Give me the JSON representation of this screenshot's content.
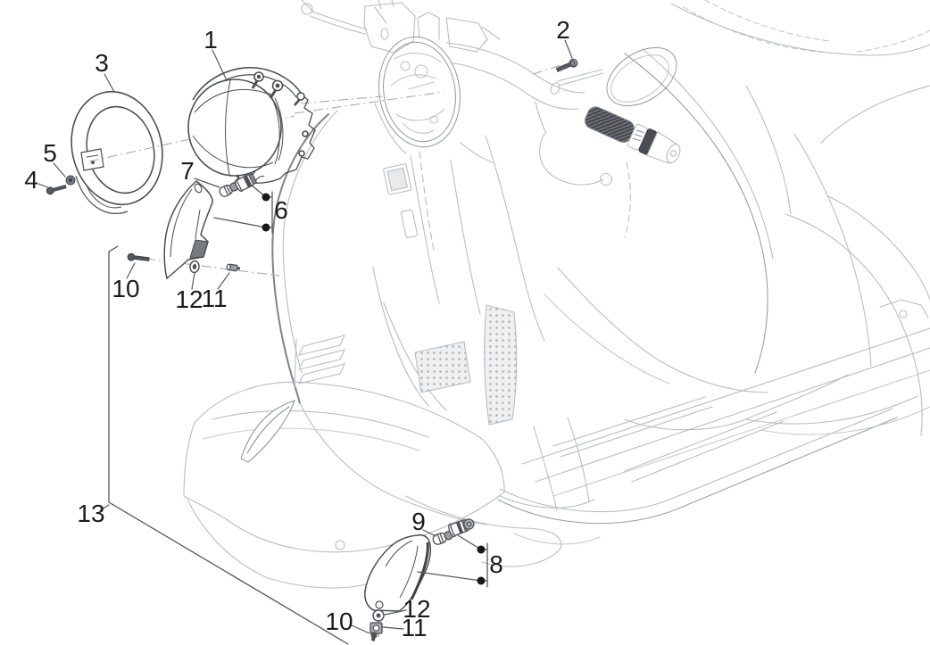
{
  "figure": {
    "kind": "exploded-parts-line-diagram",
    "background_color": "#ffffff",
    "body_line_color": "#b9bdc1",
    "part_line_color": "#4a4e53",
    "leader_line_color": "#55595e",
    "axis_line_color": "#a6aaae",
    "label_color": "#1b1b1c",
    "dot_color": "#17181a"
  },
  "callouts": {
    "c1": {
      "label": "1"
    },
    "c2": {
      "label": "2"
    },
    "c3": {
      "label": "3"
    },
    "c4": {
      "label": "4"
    },
    "c5": {
      "label": "5"
    },
    "c6": {
      "label": "6"
    },
    "c7": {
      "label": "7"
    },
    "c8": {
      "label": "8"
    },
    "c9": {
      "label": "9"
    },
    "c10_upper": {
      "label": "10"
    },
    "c11_upper": {
      "label": "11"
    },
    "c12_upper": {
      "label": "12"
    },
    "c13": {
      "label": "13"
    },
    "c10_lower": {
      "label": "10"
    },
    "c11_lower": {
      "label": "11"
    },
    "c12_lower": {
      "label": "12"
    }
  }
}
